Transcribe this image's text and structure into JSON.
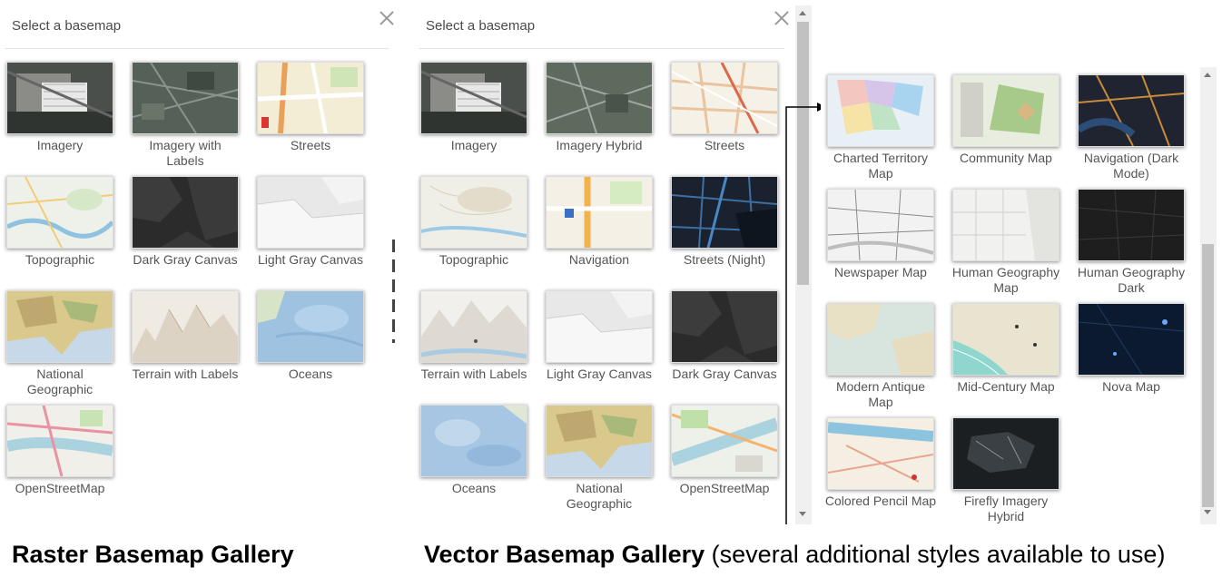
{
  "raster": {
    "title": "Select a basemap",
    "caption": "Raster Basemap Gallery",
    "tiles": [
      {
        "label": "Imagery",
        "thumb": "imagery"
      },
      {
        "label": "Imagery with Labels",
        "thumb": "imagery-labels"
      },
      {
        "label": "Streets",
        "thumb": "streets-raster"
      },
      {
        "label": "Topographic",
        "thumb": "topographic"
      },
      {
        "label": "Dark Gray Canvas",
        "thumb": "dark-gray"
      },
      {
        "label": "Light Gray Canvas",
        "thumb": "light-gray"
      },
      {
        "label": "National Geographic",
        "thumb": "natgeo"
      },
      {
        "label": "Terrain with Labels",
        "thumb": "terrain"
      },
      {
        "label": "Oceans",
        "thumb": "oceans"
      },
      {
        "label": "OpenStreetMap",
        "thumb": "osm"
      }
    ]
  },
  "vector": {
    "title": "Select a basemap",
    "caption_bold": "Vector Basemap Gallery",
    "caption_rest": " (several additional styles available to use)",
    "tiles": [
      {
        "label": "Imagery",
        "thumb": "imagery"
      },
      {
        "label": "Imagery Hybrid",
        "thumb": "imagery-hybrid"
      },
      {
        "label": "Streets",
        "thumb": "streets-vector"
      },
      {
        "label": "Topographic",
        "thumb": "topographic-vector"
      },
      {
        "label": "Navigation",
        "thumb": "navigation"
      },
      {
        "label": "Streets (Night)",
        "thumb": "streets-night"
      },
      {
        "label": "Terrain with Labels",
        "thumb": "terrain-vector"
      },
      {
        "label": "Light Gray Canvas",
        "thumb": "light-gray"
      },
      {
        "label": "Dark Gray Canvas",
        "thumb": "dark-gray"
      },
      {
        "label": "Oceans",
        "thumb": "oceans-vector"
      },
      {
        "label": "National Geographic",
        "thumb": "natgeo"
      },
      {
        "label": "OpenStreetMap",
        "thumb": "osm-vector"
      }
    ]
  },
  "extra": {
    "tiles": [
      {
        "label": "Charted Territory Map",
        "thumb": "charted"
      },
      {
        "label": "Community Map",
        "thumb": "community"
      },
      {
        "label": "Navigation (Dark Mode)",
        "thumb": "nav-dark"
      },
      {
        "label": "Newspaper Map",
        "thumb": "newspaper"
      },
      {
        "label": "Human Geography Map",
        "thumb": "human-geo"
      },
      {
        "label": "Human Geography Dark",
        "thumb": "human-geo-dark"
      },
      {
        "label": "Modern Antique Map",
        "thumb": "antique"
      },
      {
        "label": "Mid-Century Map",
        "thumb": "mid-century"
      },
      {
        "label": "Nova Map",
        "thumb": "nova"
      },
      {
        "label": "Colored Pencil Map",
        "thumb": "pencil"
      },
      {
        "label": "Firefly Imagery Hybrid",
        "thumb": "firefly"
      }
    ]
  }
}
